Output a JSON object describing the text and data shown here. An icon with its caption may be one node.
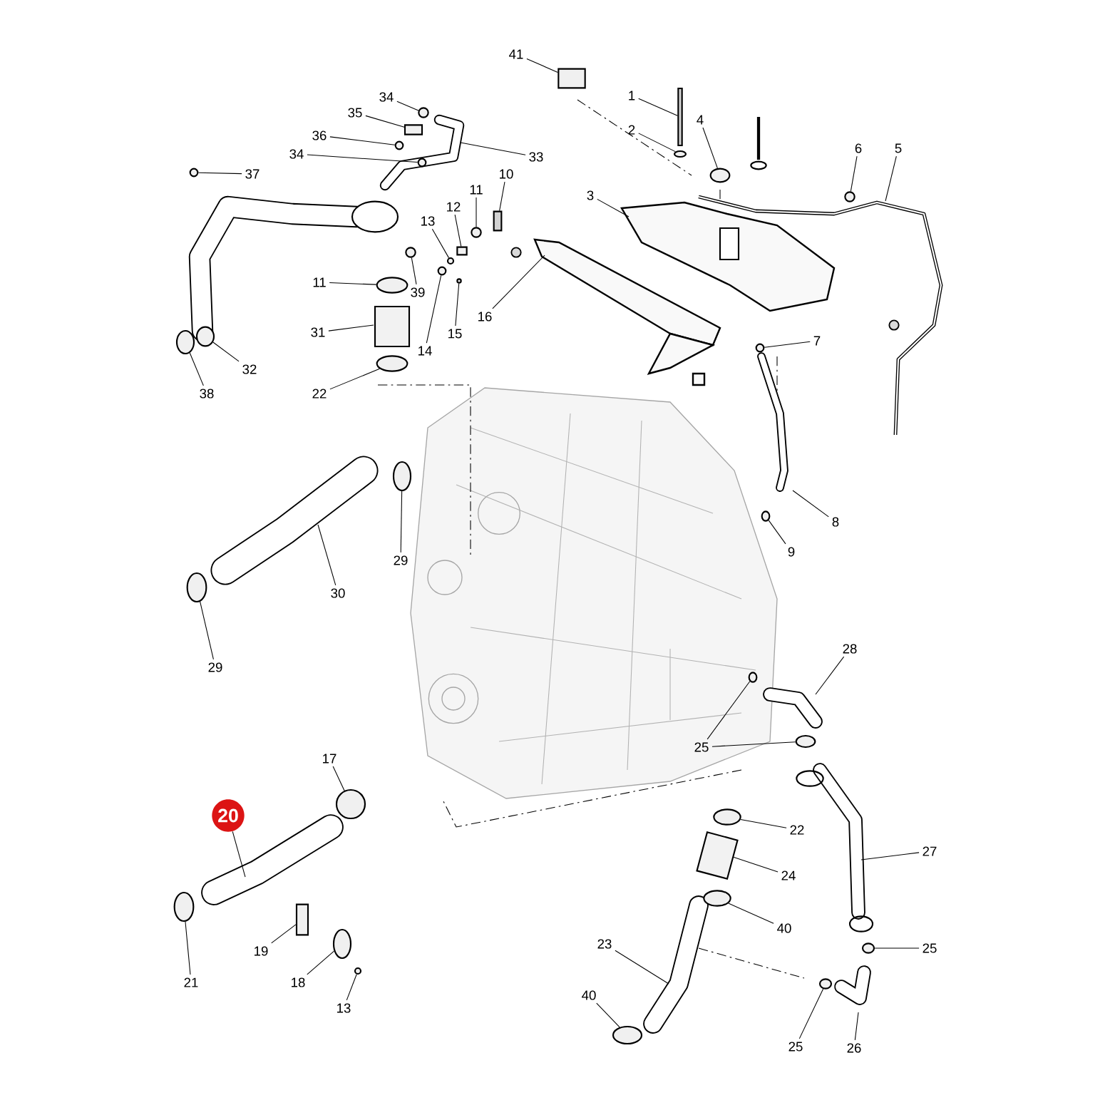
{
  "diagram": {
    "nodes": [
      {
        "text": [
          "41"
        ]
      },
      {
        "text": [
          "1"
        ]
      },
      {
        "text": [
          "2"
        ]
      },
      {
        "text": [
          "4"
        ]
      },
      {
        "text": [
          "3"
        ]
      },
      {
        "text": [
          "6"
        ]
      },
      {
        "text": [
          "5"
        ]
      },
      {
        "text": [
          "34"
        ]
      },
      {
        "text": [
          "35"
        ]
      },
      {
        "text": [
          "36"
        ]
      },
      {
        "text": [
          "34"
        ]
      },
      {
        "text": [
          "33"
        ]
      },
      {
        "text": [
          "37"
        ]
      },
      {
        "text": [
          "10"
        ]
      },
      {
        "text": [
          "11"
        ]
      },
      {
        "text": [
          "12"
        ]
      },
      {
        "text": [
          "13"
        ]
      },
      {
        "text": [
          "16"
        ]
      },
      {
        "text": [
          "11"
        ]
      },
      {
        "text": [
          "39"
        ]
      },
      {
        "text": [
          "14"
        ]
      },
      {
        "text": [
          "15"
        ]
      },
      {
        "text": [
          "7"
        ]
      },
      {
        "text": [
          "31"
        ]
      },
      {
        "text": [
          "32"
        ]
      },
      {
        "text": [
          "38"
        ]
      },
      {
        "text": [
          "22"
        ]
      },
      {
        "text": [
          "8"
        ]
      },
      {
        "text": [
          "9"
        ]
      },
      {
        "text": [
          "29"
        ]
      },
      {
        "text": [
          "30"
        ]
      },
      {
        "text": [
          "29"
        ]
      },
      {
        "text": [
          "28"
        ]
      },
      {
        "text": [
          "25"
        ]
      },
      {
        "text": [
          "17"
        ]
      },
      {
        "text": [
          "20"
        ]
      },
      {
        "text": [
          "22"
        ]
      },
      {
        "text": [
          "27"
        ]
      },
      {
        "text": [
          "24"
        ]
      },
      {
        "text": [
          "40"
        ]
      },
      {
        "text": [
          "23"
        ]
      },
      {
        "text": [
          "25"
        ]
      },
      {
        "text": [
          "19"
        ]
      },
      {
        "text": [
          "21"
        ]
      },
      {
        "text": [
          "18"
        ]
      },
      {
        "text": [
          "13"
        ]
      },
      {
        "text": [
          "40"
        ]
      },
      {
        "text": [
          "25"
        ]
      },
      {
        "text": [
          "26"
        ]
      },
      {
        "text": [],
        "shape": "box"
      },
      {
        "text": [],
        "shape": "bar"
      },
      {
        "text": [],
        "shape": "circle"
      },
      {
        "text": [],
        "shape": "circle"
      },
      {
        "text": [],
        "shape": "circle"
      },
      {
        "text": [],
        "shape": "circle"
      },
      {
        "text": [],
        "shape": "box"
      },
      {
        "text": [],
        "shape": "circle"
      },
      {
        "text": [],
        "shape": "circle"
      },
      {
        "text": [],
        "shape": "circle"
      },
      {
        "text": [],
        "shape": "bar"
      },
      {
        "text": [],
        "shape": "circle"
      },
      {
        "text": [],
        "shape": "box"
      },
      {
        "text": [],
        "shape": "circle"
      },
      {
        "text": [],
        "shape": "circle"
      },
      {
        "text": [],
        "shape": "circle"
      },
      {
        "text": [],
        "shape": "circle"
      },
      {
        "text": [],
        "shape": "circle"
      },
      {
        "text": [],
        "shape": "circle"
      },
      {
        "text": [],
        "shape": "circle"
      },
      {
        "text": [],
        "shape": "circle"
      },
      {
        "text": [],
        "shape": "circle"
      },
      {
        "text": [],
        "shape": "circle"
      },
      {
        "text": [],
        "shape": "circle"
      },
      {
        "text": [],
        "shape": "circle"
      },
      {
        "text": [],
        "shape": "circle"
      },
      {
        "text": [],
        "shape": "circle"
      },
      {
        "text": [],
        "shape": "circle"
      },
      {
        "text": [],
        "shape": "circle"
      },
      {
        "text": [],
        "shape": "circle"
      },
      {
        "text": [],
        "shape": "circle"
      },
      {
        "text": [],
        "shape": "box"
      },
      {
        "text": [],
        "shape": "circle"
      },
      {
        "text": [],
        "shape": "circle"
      },
      {
        "text": [],
        "shape": "circle"
      },
      {
        "text": [],
        "shape": "circle"
      },
      {
        "text": [],
        "shape": "circle"
      }
    ],
    "edges": [
      {
        "from": 0,
        "to": 49,
        "arrow": "none"
      },
      {
        "from": 1,
        "to": 50,
        "arrow": "none"
      },
      {
        "from": 2,
        "to": 51,
        "arrow": "none"
      },
      {
        "from": 3,
        "to": 52,
        "arrow": "none"
      },
      {
        "from": 4,
        "to": null,
        "arrow": "none"
      },
      {
        "from": 5,
        "to": 53,
        "arrow": "none"
      },
      {
        "from": 6,
        "to": null,
        "arrow": "none"
      },
      {
        "from": 7,
        "to": 54,
        "arrow": "none"
      },
      {
        "from": 8,
        "to": 55,
        "arrow": "none"
      },
      {
        "from": 9,
        "to": 56,
        "arrow": "none"
      },
      {
        "from": 10,
        "to": 57,
        "arrow": "none"
      },
      {
        "from": 11,
        "to": null,
        "arrow": "none"
      },
      {
        "from": 12,
        "to": 58,
        "arrow": "none"
      },
      {
        "from": 13,
        "to": 59,
        "arrow": "none"
      },
      {
        "from": 14,
        "to": 60,
        "arrow": "none"
      },
      {
        "from": 15,
        "to": 61,
        "arrow": "none"
      },
      {
        "from": 16,
        "to": 62,
        "arrow": "none"
      },
      {
        "from": 17,
        "to": null,
        "arrow": "none"
      },
      {
        "from": 18,
        "to": 63,
        "arrow": "none"
      },
      {
        "from": 19,
        "to": 64,
        "arrow": "none"
      },
      {
        "from": 20,
        "to": 65,
        "arrow": "none"
      },
      {
        "from": 21,
        "to": 66,
        "arrow": "none"
      },
      {
        "from": 22,
        "to": 67,
        "arrow": "none"
      },
      {
        "from": 23,
        "to": null,
        "arrow": "none"
      },
      {
        "from": 24,
        "to": 68,
        "arrow": "none"
      },
      {
        "from": 25,
        "to": 69,
        "arrow": "none"
      },
      {
        "from": 26,
        "to": 70,
        "arrow": "none"
      },
      {
        "from": 27,
        "to": null,
        "arrow": "none"
      },
      {
        "from": 28,
        "to": 71,
        "arrow": "none"
      },
      {
        "from": 29,
        "to": 72,
        "arrow": "none"
      },
      {
        "from": 30,
        "to": null,
        "arrow": "none"
      },
      {
        "from": 31,
        "to": 73,
        "arrow": "none"
      },
      {
        "from": 32,
        "to": null,
        "arrow": "none"
      },
      {
        "from": 33,
        "to": 74,
        "arrow": "none"
      },
      {
        "from": 33,
        "to": 75,
        "arrow": "none"
      },
      {
        "from": 34,
        "to": 76,
        "arrow": "none"
      },
      {
        "from": 35,
        "to": null,
        "arrow": "none"
      },
      {
        "from": 36,
        "to": 77,
        "arrow": "none"
      },
      {
        "from": 37,
        "to": null,
        "arrow": "none"
      },
      {
        "from": 38,
        "to": null,
        "arrow": "none"
      },
      {
        "from": 39,
        "to": 78,
        "arrow": "none"
      },
      {
        "from": 40,
        "to": null,
        "arrow": "none"
      },
      {
        "from": 41,
        "to": 79,
        "arrow": "none"
      },
      {
        "from": 42,
        "to": 80,
        "arrow": "none"
      },
      {
        "from": 43,
        "to": 81,
        "arrow": "none"
      },
      {
        "from": 44,
        "to": 82,
        "arrow": "none"
      },
      {
        "from": 45,
        "to": 83,
        "arrow": "none"
      },
      {
        "from": 46,
        "to": 84,
        "arrow": "none"
      },
      {
        "from": 47,
        "to": 85,
        "arrow": "none"
      },
      {
        "from": 48,
        "to": null,
        "arrow": "none"
      }
    ]
  }
}
